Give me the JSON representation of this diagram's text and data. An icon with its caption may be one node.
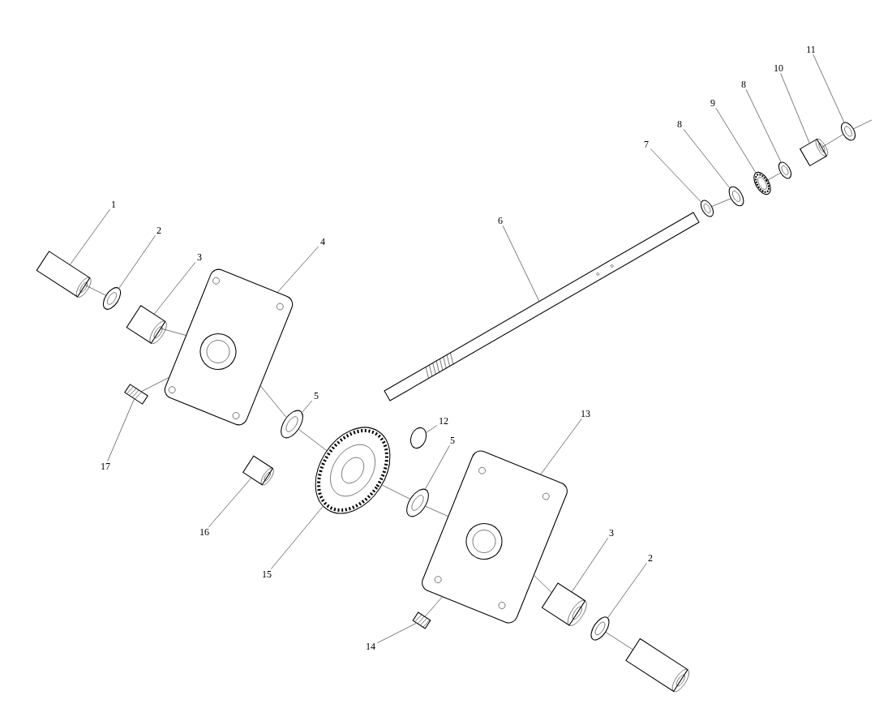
{
  "diagram": {
    "nodes": [
      {
        "text": [
          "1"
        ]
      },
      {
        "text": [
          "2"
        ]
      },
      {
        "text": [
          "3"
        ]
      },
      {
        "text": [
          "4"
        ]
      },
      {
        "text": [
          "5"
        ]
      },
      {
        "text": [
          "6"
        ]
      },
      {
        "text": [
          "7"
        ]
      },
      {
        "text": [
          "8"
        ]
      },
      {
        "text": [
          "9"
        ]
      },
      {
        "text": [
          "8"
        ]
      },
      {
        "text": [
          "10"
        ]
      },
      {
        "text": [
          "11"
        ]
      },
      {
        "text": [
          "12"
        ]
      },
      {
        "text": [
          "13"
        ]
      },
      {
        "text": [
          "5"
        ]
      },
      {
        "text": [
          "14"
        ]
      },
      {
        "text": [
          "15"
        ]
      },
      {
        "text": [
          "16"
        ]
      },
      {
        "text": [
          "17"
        ]
      },
      {
        "text": [
          "3"
        ]
      },
      {
        "text": [
          "2"
        ]
      },
      {
        "text": [],
        "shape": "cylinder"
      },
      {
        "text": [],
        "shape": "circle"
      },
      {
        "text": [],
        "shape": "cylinder"
      },
      {
        "text": [],
        "shape": "picture"
      },
      {
        "text": [],
        "shape": "circle"
      },
      {
        "text": [],
        "shape": "picture"
      },
      {
        "text": [],
        "shape": "picture"
      },
      {
        "text": [],
        "shape": "circle"
      },
      {
        "text": [],
        "shape": "circle"
      },
      {
        "text": [],
        "shape": "circle"
      },
      {
        "text": [],
        "shape": "cylinder"
      },
      {
        "text": [],
        "shape": "circle"
      },
      {
        "text": [],
        "shape": "picture"
      },
      {
        "text": [],
        "shape": "picture"
      },
      {
        "text": [],
        "shape": "circle"
      },
      {
        "text": [],
        "shape": "picture"
      },
      {
        "text": [],
        "shape": "picture"
      },
      {
        "text": [],
        "shape": "cylinder"
      },
      {
        "text": [],
        "shape": "picture"
      },
      {
        "text": [],
        "shape": "cylinder"
      },
      {
        "text": [],
        "shape": "circle"
      },
      {
        "text": [],
        "shape": "cylinder"
      }
    ],
    "edges": [
      {
        "from": 0,
        "to": 21,
        "arrow": "none"
      },
      {
        "from": 1,
        "to": 22,
        "arrow": "none"
      },
      {
        "from": 2,
        "to": 23,
        "arrow": "none"
      },
      {
        "from": 3,
        "to": 24,
        "arrow": "none"
      },
      {
        "from": 4,
        "to": 25,
        "arrow": "none"
      },
      {
        "from": 5,
        "to": 26,
        "arrow": "none"
      },
      {
        "from": 6,
        "to": 27,
        "arrow": "none"
      },
      {
        "from": 7,
        "to": 28,
        "arrow": "none"
      },
      {
        "from": 8,
        "to": 29,
        "arrow": "none"
      },
      {
        "from": 9,
        "to": 30,
        "arrow": "none"
      },
      {
        "from": 10,
        "to": 31,
        "arrow": "none"
      },
      {
        "from": 11,
        "to": 32,
        "arrow": "none"
      },
      {
        "from": 12,
        "to": 33,
        "arrow": "none"
      },
      {
        "from": 13,
        "to": 34,
        "arrow": "none"
      },
      {
        "from": 14,
        "to": 35,
        "arrow": "none"
      },
      {
        "from": 15,
        "to": 36,
        "arrow": "none"
      },
      {
        "from": 16,
        "to": 37,
        "arrow": "none"
      },
      {
        "from": 17,
        "to": 38,
        "arrow": "none"
      },
      {
        "from": 18,
        "to": 39,
        "arrow": "none"
      },
      {
        "from": 19,
        "to": 40,
        "arrow": "none"
      },
      {
        "from": 20,
        "to": 41,
        "arrow": "none"
      },
      {
        "from": 21,
        "to": 22,
        "arrow": "none"
      },
      {
        "from": 23,
        "to": 24,
        "arrow": "none"
      },
      {
        "from": 24,
        "to": 25,
        "arrow": "none"
      },
      {
        "from": 25,
        "to": 37,
        "arrow": "none"
      },
      {
        "from": 37,
        "to": 35,
        "arrow": "none"
      },
      {
        "from": 35,
        "to": 34,
        "arrow": "none"
      },
      {
        "from": 34,
        "to": 40,
        "arrow": "none"
      },
      {
        "from": 41,
        "to": 42,
        "arrow": "none"
      },
      {
        "from": 39,
        "to": 24,
        "arrow": "none"
      },
      {
        "from": 36,
        "to": 34,
        "arrow": "none"
      },
      {
        "from": 27,
        "to": 28,
        "arrow": "none"
      },
      {
        "from": 29,
        "to": 30,
        "arrow": "none"
      },
      {
        "from": 31,
        "to": 32,
        "arrow": "none"
      },
      {
        "from": 32,
        "to": null,
        "arrow": "none"
      }
    ]
  }
}
